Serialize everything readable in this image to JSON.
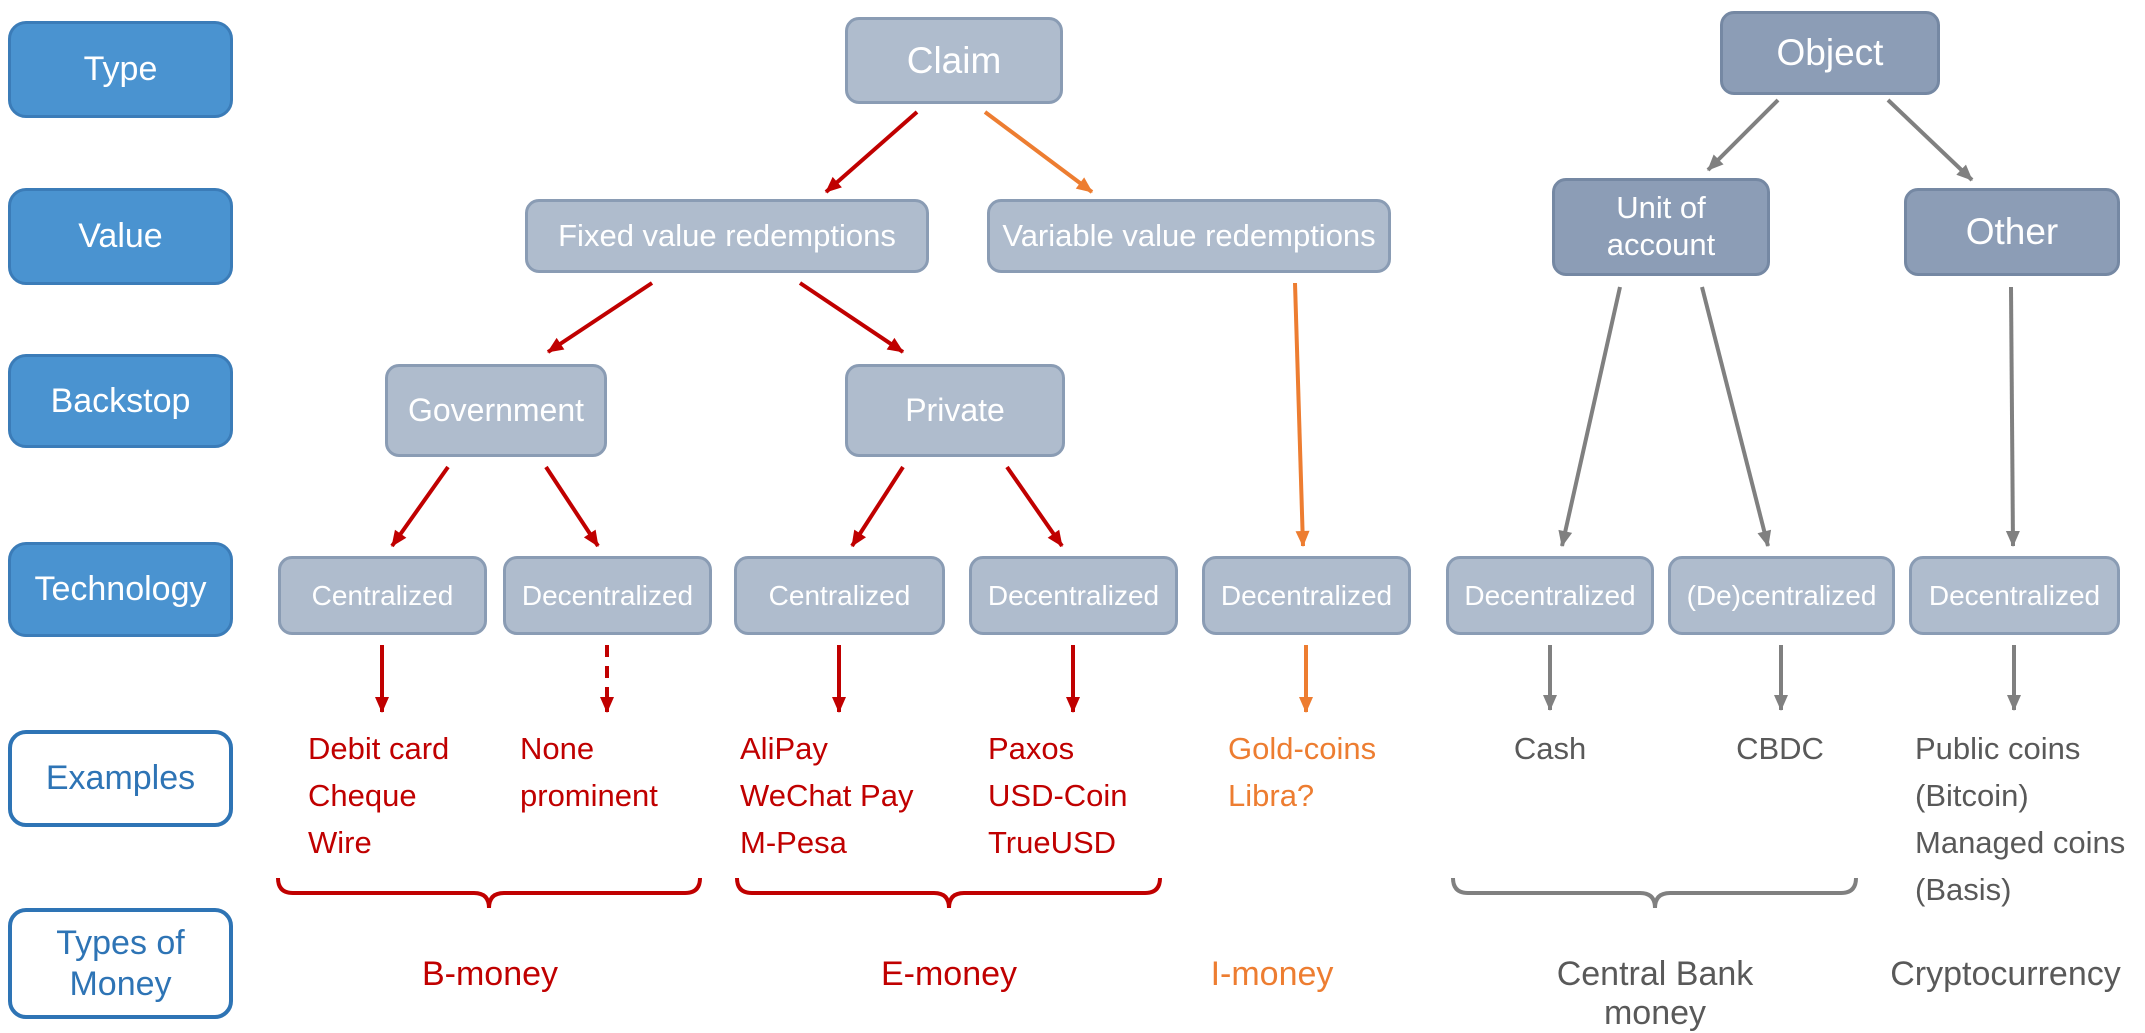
{
  "colors": {
    "claim_branch_red": "#C00000",
    "i_money_orange": "#ED7D31",
    "object_branch_gray": "#808080",
    "row_label_blue": "#4A93D0",
    "outline_label_blue": "#2E74B5",
    "node_light_fill": "#AFBCCD",
    "node_dark_fill": "#8C9DB6"
  },
  "row_labels": {
    "type": "Type",
    "value": "Value",
    "backstop": "Backstop",
    "technology": "Technology",
    "examples": "Examples",
    "types_of_money": "Types of Money"
  },
  "tree": {
    "claim": "Claim",
    "object": "Object",
    "fixed_value": "Fixed value redemptions",
    "variable_value": "Variable value redemptions",
    "unit_of_account": "Unit of account",
    "other": "Other",
    "government": "Government",
    "private": "Private",
    "tech": {
      "gov_centralized": "Centralized",
      "gov_decentralized": "Decentralized",
      "priv_centralized": "Centralized",
      "priv_decentralized": "Decentralized",
      "variable_decentralized": "Decentralized",
      "unit_decentralized": "Decentralized",
      "unit_de_centralized": "(De)centralized",
      "other_decentralized": "Decentralized"
    }
  },
  "examples": {
    "gov_centralized": "Debit card\nCheque\nWire",
    "gov_decentralized": "None\nprominent",
    "priv_centralized": "AliPay\nWeChat Pay\nM-Pesa",
    "priv_decentralized": "Paxos\nUSD-Coin\nTrueUSD",
    "i_money": "Gold-coins\nLibra?",
    "cash": "Cash",
    "cbdc": "CBDC",
    "crypto": "Public coins\n(Bitcoin)\nManaged coins\n(Basis)"
  },
  "money_types": {
    "b_money": "B-money",
    "e_money": "E-money",
    "i_money": "I-money",
    "central_bank_money": "Central Bank money",
    "cryptocurrency": "Cryptocurrency"
  }
}
